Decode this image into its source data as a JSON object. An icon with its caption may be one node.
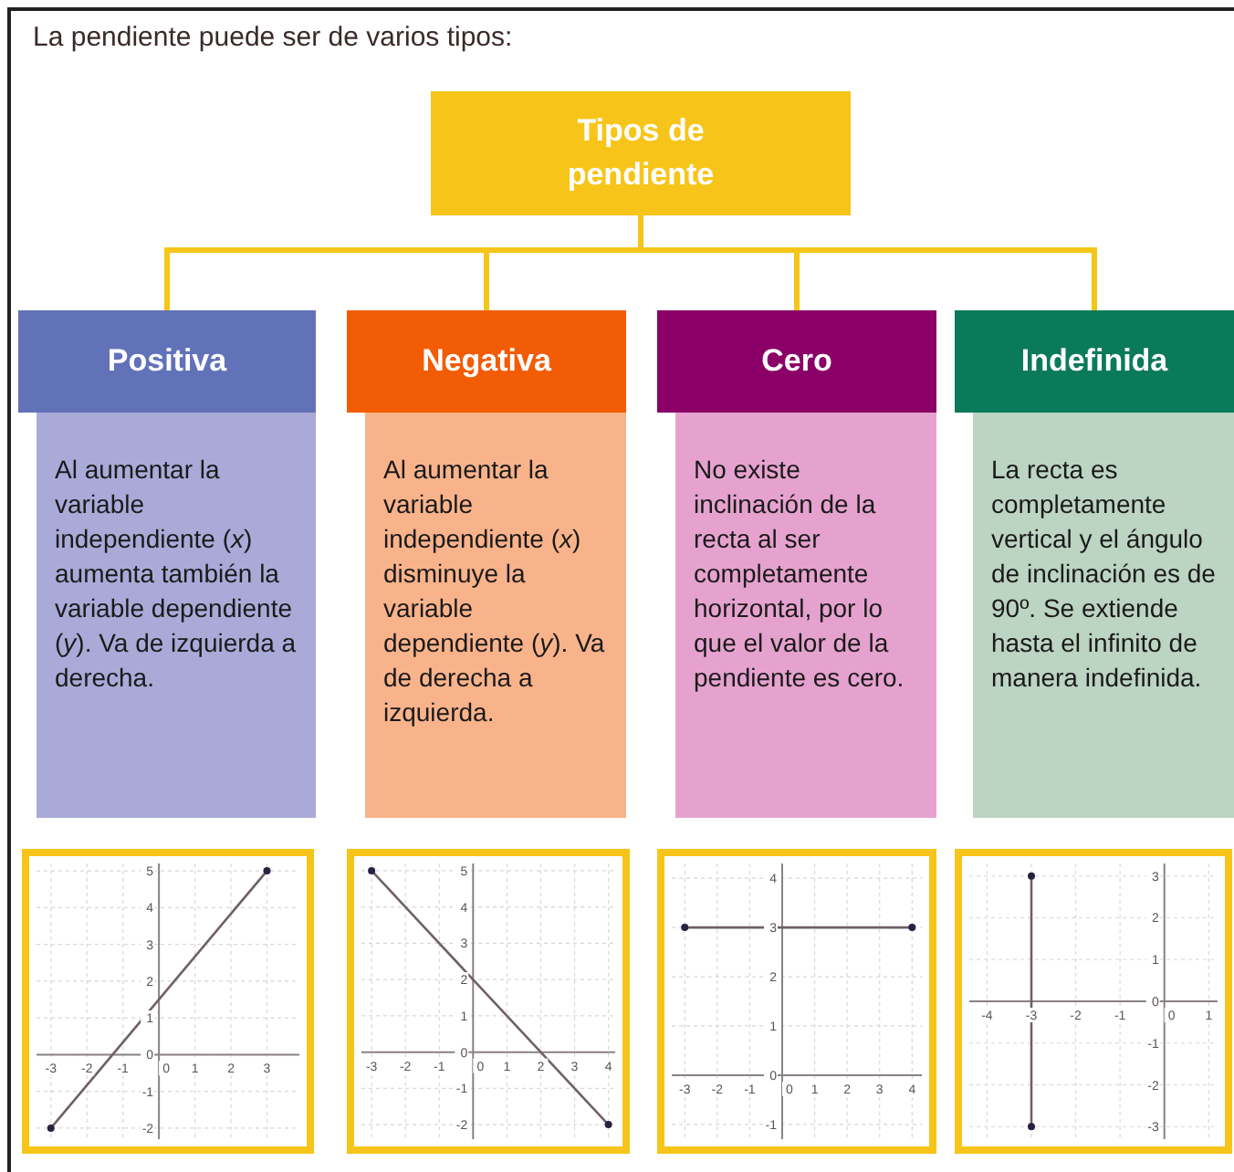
{
  "diagram": {
    "title": "La pendiente puede ser de varios tipos:",
    "nodes": [
      {
        "text": [
          "Tipos de pendiente"
        ]
      },
      {
        "text": [
          "Positiva"
        ]
      },
      {
        "text": [
          "Al aumentar la variable independiente (*x*) aumenta también la variable dependiente (*y*). Va de izquierda a derecha."
        ]
      },
      {
        "text": [],
        "shape": "box"
      },
      {
        "text": [
          "Negativa"
        ]
      },
      {
        "text": [
          "Al aumentar la variable independiente (*x*) disminuye la variable dependiente (*y*). Va de derecha a izquierda."
        ]
      },
      {
        "text": [],
        "shape": "box"
      },
      {
        "text": [
          "Cero"
        ]
      },
      {
        "text": [
          "No existe inclinación de la recta al ser completamente horizontal, por lo que el valor de la pendiente es cero."
        ]
      },
      {
        "text": [],
        "shape": "box"
      },
      {
        "text": [
          "Indefinida"
        ]
      },
      {
        "text": [
          "La recta es completamente vertical y el ángulo de inclinación es de 90º. Se extiende hasta el infinito de manera indefinida."
        ]
      },
      {
        "text": [],
        "shape": "box"
      }
    ],
    "edges": [
      {
        "from": 0,
        "to": 1,
        "arrow": "none"
      },
      {
        "from": 0,
        "to": 4,
        "arrow": "none"
      },
      {
        "from": 0,
        "to": 7,
        "arrow": "none"
      },
      {
        "from": 0,
        "to": 10,
        "arrow": "none"
      }
    ],
    "chart_data": [
      {
        "type": "line",
        "grid": true,
        "x": [
          -3,
          3
        ],
        "series": [
          {
            "color": "#6e6066",
            "marker": true,
            "values": [
              -2,
              5
            ]
          }
        ],
        "xlim": [
          -3.4,
          3.9
        ],
        "ylim": [
          -2.3,
          5.2
        ],
        "xticks": [
          -3,
          -2,
          -1,
          0,
          1,
          2,
          3
        ],
        "yticks": [
          -2,
          -1,
          0,
          1,
          2,
          3,
          4,
          5
        ]
      },
      {
        "type": "line",
        "grid": true,
        "x": [
          -3,
          4
        ],
        "series": [
          {
            "color": "#6e6066",
            "marker": true,
            "values": [
              5,
              -2
            ]
          }
        ],
        "xlim": [
          -3.3,
          4.2
        ],
        "ylim": [
          -2.4,
          5.2
        ],
        "xticks": [
          -3,
          -2,
          -1,
          0,
          1,
          2,
          3,
          4
        ],
        "yticks": [
          -2,
          -1,
          0,
          1,
          2,
          3,
          4,
          5
        ]
      },
      {
        "type": "line",
        "grid": true,
        "x": [
          -3,
          4
        ],
        "series": [
          {
            "color": "#6e6066",
            "marker": true,
            "values": [
              3,
              3
            ]
          }
        ],
        "xlim": [
          -3.4,
          4.3
        ],
        "ylim": [
          -1.3,
          4.3
        ],
        "xticks": [
          -3,
          -2,
          -1,
          0,
          1,
          2,
          3,
          4
        ],
        "yticks": [
          -1,
          0,
          1,
          2,
          3,
          4
        ]
      },
      {
        "type": "line",
        "grid": true,
        "x": [
          -3,
          -3
        ],
        "series": [
          {
            "color": "#6e6066",
            "marker": true,
            "values": [
              -3,
              3
            ]
          }
        ],
        "xlim": [
          -4.4,
          1.2
        ],
        "ylim": [
          -3.3,
          3.3
        ],
        "xticks": [
          -4,
          -3,
          -2,
          -1,
          0,
          1
        ],
        "yticks": [
          -3,
          -2,
          -1,
          0,
          1,
          2,
          3
        ]
      }
    ]
  }
}
